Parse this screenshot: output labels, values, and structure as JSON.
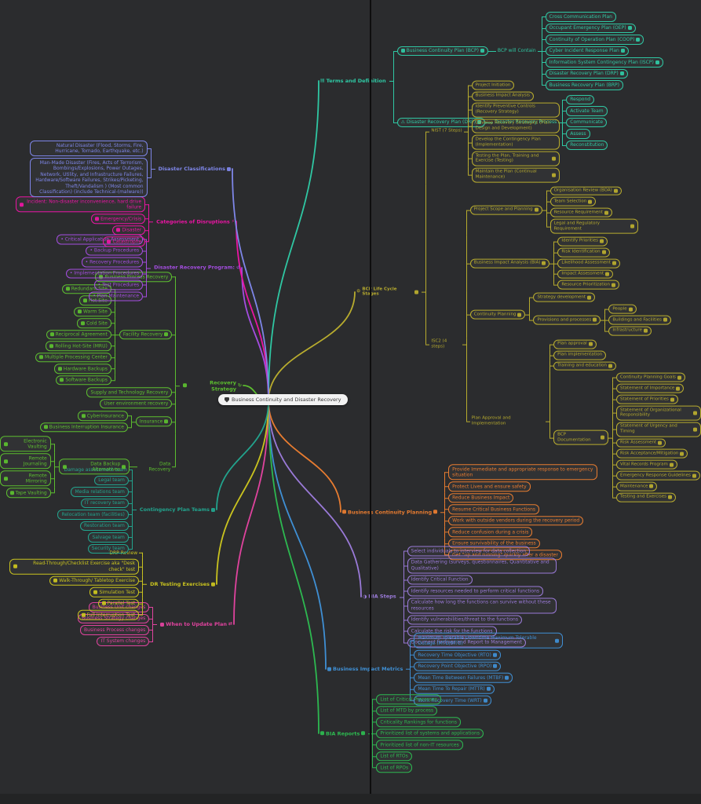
{
  "canvas": {
    "background": "#2b2c2e",
    "divider_color": "#0e0e0e"
  },
  "center": {
    "label": "Business Continuity and Disaster Recovery",
    "icon": "shield-icon",
    "bg": "#f2f2f2"
  },
  "branches": [
    {
      "id": "terms-and-definition",
      "label": "Terms and Definition",
      "color": "#2fc7a3",
      "lead": "book-icon",
      "lead_glyph": "▤",
      "children": [
        {
          "label": "Business Continuity Plan (BCP)",
          "lead": "lock-icon",
          "trail": "note-icon",
          "children": [
            {
              "label": "BCP will Contain",
              "plain": true,
              "children": [
                {
                  "label": "Cross Communication Plan"
                },
                {
                  "label": "Occupant Emergency Plan (OEP)",
                  "trail": "note-icon"
                },
                {
                  "label": "Continuity of Operation Plan (COOP)",
                  "trail": "note-icon"
                },
                {
                  "label": "Cyber Incident Response Plan",
                  "trail": "note-icon"
                },
                {
                  "label": "Information System Contingency Plan (ISCP)",
                  "trail": "note-icon"
                },
                {
                  "label": "Disaster Recovery Plan (DRP)",
                  "trail": "note-icon"
                },
                {
                  "label": "Business Recovery Plan (BRP)"
                }
              ]
            }
          ]
        },
        {
          "label": "Disaster Recovery Plan (DRP)",
          "lead": "warning-icon",
          "lead_glyph": "⚠",
          "trail": "note-icon",
          "children": [
            {
              "label": "Disaster Recovery Process",
              "plain": true,
              "children": [
                {
                  "label": "Respond"
                },
                {
                  "label": "Activate Team"
                },
                {
                  "label": "Communicate"
                },
                {
                  "label": "Assess"
                },
                {
                  "label": "Reconstitution"
                }
              ]
            }
          ]
        }
      ]
    },
    {
      "id": "bcp-life-cycle-stages",
      "label": "BCP Life Cycle Stages",
      "color": "#b8ac2e",
      "lead": "gear-icon",
      "lead_glyph": "⚙",
      "trail": "note-icon",
      "children": [
        {
          "label": "NIST (7 Steps)",
          "plain": true,
          "children": [
            {
              "label": "Project Initiation"
            },
            {
              "label": "Business Impact Analysis"
            },
            {
              "label": "Identify Preventive Controls (Recovery Strategy)"
            },
            {
              "label": "Develop Recovery Strategies (Plan Design and Development)"
            },
            {
              "label": "Develop the Contingency Plan (Implementation)"
            },
            {
              "label": "Testing the Plan, Training and Exercise (Testing)",
              "trail": "note-icon"
            },
            {
              "label": "Maintain the Plan (Continual Maintenance)",
              "trail": "note-icon"
            }
          ]
        },
        {
          "label": "ISC2 (4 steps)",
          "plain": true,
          "children": [
            {
              "label": "Project Scope and Planning",
              "trail": "note-icon",
              "children": [
                {
                  "label": "Organisation Review (BOA)",
                  "trail": "note-icon"
                },
                {
                  "label": "Team Selection",
                  "trail": "note-icon"
                },
                {
                  "label": "Resource Requirement",
                  "trail": "note-icon"
                },
                {
                  "label": "Legal and Regulatory Requirement",
                  "trail": "note-icon"
                }
              ]
            },
            {
              "label": "Business Impact Analysis (BIA)",
              "trail": "note-icon",
              "children": [
                {
                  "label": "Identify Priorities",
                  "trail": "note-icon"
                },
                {
                  "label": "Risk Identification",
                  "trail": "note-icon"
                },
                {
                  "label": "Likelihood Assessment",
                  "trail": "note-icon"
                },
                {
                  "label": "Impact Assessment",
                  "trail": "note-icon"
                },
                {
                  "label": "Resource Prioritization",
                  "trail": "note-icon"
                }
              ]
            },
            {
              "label": "Continuity Planning",
              "trail": "note-icon",
              "children": [
                {
                  "label": "Strategy development",
                  "trail": "note-icon"
                },
                {
                  "label": "Provisions and processes",
                  "trail": "note-icon",
                  "children": [
                    {
                      "label": "People",
                      "trail": "note-icon"
                    },
                    {
                      "label": "Buildings and Facilities",
                      "trail": "note-icon"
                    },
                    {
                      "label": "Infrastructure",
                      "trail": "note-icon"
                    }
                  ]
                }
              ]
            },
            {
              "label": "Plan Approval and Implementation",
              "plain": true,
              "children": [
                {
                  "label": "Plan approval",
                  "trail": "note-icon"
                },
                {
                  "label": "Plan implementation"
                },
                {
                  "label": "Training and education",
                  "trail": "note-icon"
                },
                {
                  "label": "BCP Documentation",
                  "trail": "note-icon",
                  "children": [
                    {
                      "label": "Continuity Planning Goals",
                      "trail": "note-icon"
                    },
                    {
                      "label": "Statement of Importance",
                      "trail": "note-icon"
                    },
                    {
                      "label": "Statement of Priorities",
                      "trail": "note-icon"
                    },
                    {
                      "label": "Statement of Organizational Responsibility",
                      "trail": "note-icon"
                    },
                    {
                      "label": "Statement of Urgency and Timing",
                      "trail": "note-icon"
                    },
                    {
                      "label": "Risk Assessment",
                      "trail": "note-icon"
                    },
                    {
                      "label": "Risk Acceptance/Mitigation",
                      "trail": "note-icon"
                    },
                    {
                      "label": "Vital Records Program",
                      "trail": "note-icon"
                    },
                    {
                      "label": "Emergency Response Guidelines",
                      "trail": "note-icon"
                    },
                    {
                      "label": "Maintenance",
                      "trail": "note-icon"
                    },
                    {
                      "label": "Testing and Exercises",
                      "trail": "note-icon"
                    }
                  ]
                }
              ]
            }
          ]
        }
      ]
    },
    {
      "id": "business-continuity-planning",
      "label": "Business Continuity Planning",
      "color": "#e87c30",
      "lead": "chart-icon",
      "trail": "note-icon",
      "children": [
        {
          "label": "Provide Immediate and appropriate response to emergency situation"
        },
        {
          "label": "Protect Lives and ensure safety"
        },
        {
          "label": "Reduce Business Impact"
        },
        {
          "label": "Resume Critical Business Functions"
        },
        {
          "label": "Work with outside vendors during the recovery period"
        },
        {
          "label": "Reduce confusion during a crisis"
        },
        {
          "label": "Ensure survivability of the business"
        },
        {
          "label": "Get \"up and running\" quickly after a disaster"
        }
      ]
    },
    {
      "id": "bia-steps",
      "label": "BIA Steps",
      "color": "#9a7ad8",
      "lead": "pie-icon",
      "lead_glyph": "◑",
      "children": [
        {
          "label": "Select individuals to interview for data collection"
        },
        {
          "label": "Data Gathering (surveys, questionnaires, Quantitative and Qualitative)"
        },
        {
          "label": "Identify Critical Function"
        },
        {
          "label": "Identify resources needed to perform critical functions"
        },
        {
          "label": "Calculate how long the functions can survive without these resources"
        },
        {
          "label": "Identify vulnerabilities/threat to the functions"
        },
        {
          "label": "Calculate the risk for the functions"
        },
        {
          "label": "Document findings and Report to Management"
        }
      ]
    },
    {
      "id": "business-impact-metrics",
      "label": "Business Impact Metrics",
      "color": "#3f8fd4",
      "lead": "metrics-icon",
      "children": [
        {
          "label": "Maximum Tolerable Downtime Maximum Tolerable Outage (MTD/MTO)",
          "trail": "note-icon"
        },
        {
          "label": "Recovery Time Objective (RTO)",
          "trail": "note-icon"
        },
        {
          "label": "Recovery Point Objective (RPO)",
          "trail": "note-icon"
        },
        {
          "label": "Mean Time Between Failures (MTBF)",
          "trail": "note-icon"
        },
        {
          "label": "Mean Time To Repair (MTTR)",
          "trail": "note-icon"
        },
        {
          "label": "Work Recovery Time (WRT)",
          "trail": "note-icon"
        }
      ]
    },
    {
      "id": "bia-reports",
      "label": "BIA Reports",
      "color": "#2db850",
      "lead": "reports-icon",
      "trail": "note-icon",
      "children": [
        {
          "label": "List of Critical Processes"
        },
        {
          "label": "List of MTD by process"
        },
        {
          "label": "Criticality Rankings for functions"
        },
        {
          "label": "Prioritized list of systems and applications"
        },
        {
          "label": "Prioritized list of non-IT resources"
        },
        {
          "label": "List of RTOs"
        },
        {
          "label": "List of RPOs"
        }
      ]
    },
    {
      "id": "when-to-update-plan",
      "label": "When to Update Plan",
      "color": "#e0439e",
      "lead": "chat-icon",
      "trail": "swap-icon",
      "trail_glyph": "⇄",
      "children": [
        {
          "label": "Business Unit changes"
        },
        {
          "label": "Business Strategy changes"
        },
        {
          "label": "Business Process changes"
        },
        {
          "label": "IT System changes"
        }
      ]
    },
    {
      "id": "dr-testing-exercises",
      "label": "DR Testing Exercises",
      "color": "#c9c31f",
      "trail": "tools-icon",
      "children": [
        {
          "label": "DRP Review",
          "plain": true
        },
        {
          "label": "Read-Through/Checklist Exercise aka \"Desk check\" test",
          "lead": "note-icon"
        },
        {
          "label": "Walk-Through/ Tabletop Exercise",
          "lead": "note-icon"
        },
        {
          "label": "Simulation Test",
          "lead": "note-icon"
        },
        {
          "label": "Parallel Test",
          "lead": "note-icon"
        },
        {
          "label": "Full Interruption Test",
          "lead": "note-icon"
        }
      ]
    },
    {
      "id": "contingency-plan-teams",
      "label": "Contingency Plan Teams",
      "color": "#22a38d",
      "trail": "people-icon",
      "children": [
        {
          "label": "Damage assessment team",
          "plain": true
        },
        {
          "label": "Legal team"
        },
        {
          "label": "Media relations team"
        },
        {
          "label": "IT recovery team"
        },
        {
          "label": "Relocation team (facilities)"
        },
        {
          "label": "Restoration team"
        },
        {
          "label": "Salvage team"
        },
        {
          "label": "Security team"
        }
      ]
    },
    {
      "id": "recovery-strategy",
      "label": "Recovery Strategy",
      "color": "#5cbe2f",
      "lead": "note-icon",
      "trail": "refresh-icon",
      "trail_glyph": "↻",
      "children": [
        {
          "label": "Business Process Recovery",
          "lead": "note-icon"
        },
        {
          "label": "Facility Recovery",
          "trail": "building-icon",
          "children": [
            {
              "label": "Redundant Site",
              "lead": "note-icon"
            },
            {
              "label": "Hot Site",
              "lead": "note-icon"
            },
            {
              "label": "Warm Site",
              "lead": "note-icon"
            },
            {
              "label": "Cold Site",
              "lead": "note-icon"
            },
            {
              "label": "Reciprocal Agreement",
              "lead": "note-icon"
            },
            {
              "label": "Rolling Hot-Site (MRU)",
              "lead": "note-icon"
            },
            {
              "label": "Multiple Processing Center",
              "lead": "note-icon"
            },
            {
              "label": "Hardware Backups",
              "lead": "note-icon"
            },
            {
              "label": "Software Backups",
              "lead": "note-icon"
            }
          ]
        },
        {
          "label": "Supply and Technology Recovery"
        },
        {
          "label": "User environment recovery"
        },
        {
          "label": "Insurance",
          "trail": "eye-icon",
          "children": [
            {
              "label": "Cyberinsurance",
              "lead": "note-icon"
            },
            {
              "label": "Business Interruption Insurance",
              "lead": "note-icon"
            }
          ]
        },
        {
          "label": "Data Recovery",
          "plain": true,
          "children": [
            {
              "label": "Data Backup Alternatives",
              "lead": "note-icon",
              "trail": "stack-icon",
              "children": [
                {
                  "label": "Electronic Vaulting",
                  "lead": "note-icon"
                },
                {
                  "label": "Remote Journaling",
                  "lead": "note-icon"
                },
                {
                  "label": "Remote Mirroring",
                  "lead": "note-icon"
                },
                {
                  "label": "Tape Vaulting",
                  "lead": "note-icon"
                }
              ]
            }
          ]
        }
      ]
    },
    {
      "id": "disaster-recovery-program",
      "label": "Disaster Recovery Program:",
      "color": "#a44de0",
      "trail": "cycle-icon",
      "trail_glyph": "↺",
      "children": [
        {
          "label": "• Critical Application Assessment"
        },
        {
          "label": "• Backup Procedures"
        },
        {
          "label": "• Recovery Procedures"
        },
        {
          "label": "• Implementation Procedures"
        },
        {
          "label": "• Test Procedures"
        },
        {
          "label": "• Plan Maintenance"
        }
      ]
    },
    {
      "id": "categories-of-disruptions",
      "label": "Categories of Disruptions",
      "color": "#ea15a3",
      "trail": "lightning-icon",
      "trail_glyph": "⚡",
      "children": [
        {
          "label": "Incident: Non-disaster inconvenience, hard drive failure",
          "lead": "note-icon"
        },
        {
          "label": "Emergency/Crisis",
          "lead": "note-icon"
        },
        {
          "label": "Disaster",
          "lead": "note-icon"
        },
        {
          "label": "Catastrophe",
          "lead": "note-icon"
        }
      ]
    },
    {
      "id": "disaster-classifications",
      "label": "Disaster Classifications",
      "color": "#7e86e8",
      "trail": "tornado-icon",
      "children": [
        {
          "label": "Natural Disaster (Flood, Storms, Fire, Hurricane, Tornado, Earthquake, etc.)"
        },
        {
          "label": "Man-Made Disaster (Fires, Acts of Terrorism, Bombings/Explosions, Power Outages, Network, Utility, and Infrastructure Failures, Hardware/Software Failures, Strikes/Picketing, Theft/Vandalism ) (Most common Classification) (include Technical-(malware))"
        }
      ]
    }
  ]
}
